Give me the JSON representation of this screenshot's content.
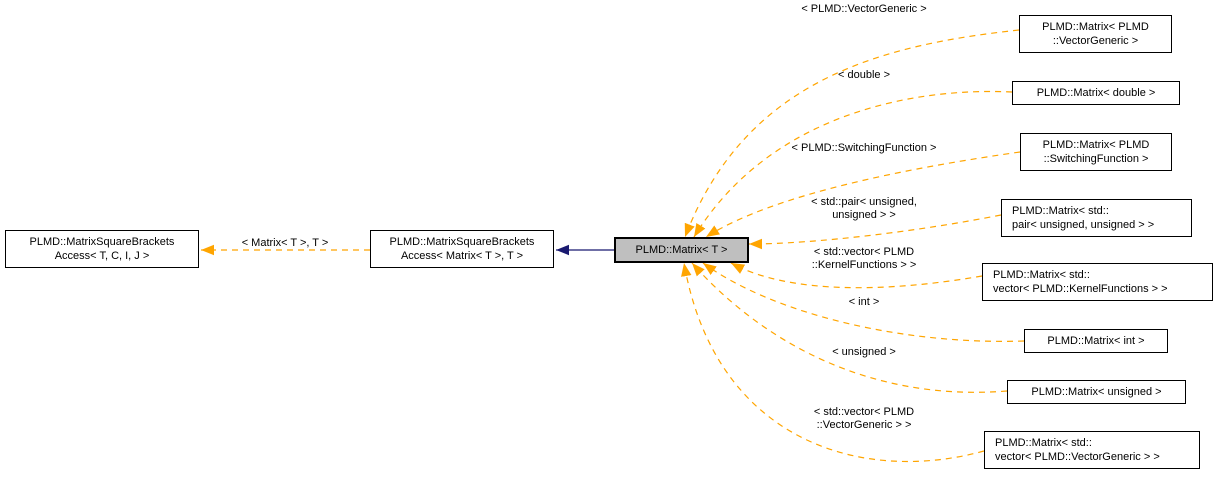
{
  "diagram_type": "class-template-instantiation-graph",
  "colors": {
    "background": "#ffffff",
    "node_fill": "#ffffff",
    "node_border": "#000000",
    "current_node_fill": "#bfbfbf",
    "text": "#000000",
    "template_relation_edge": "#ffa500",
    "inheritance_edge": "#191970"
  },
  "nodes": {
    "base": {
      "line1": "PLMD::MatrixSquareBrackets",
      "line2": "Access< T, C, I, J >"
    },
    "base_of_current": {
      "line1": "PLMD::MatrixSquareBrackets",
      "line2": "Access< Matrix< T >, T >"
    },
    "current": {
      "label": "PLMD::Matrix< T >"
    }
  },
  "edges": {
    "base_template_args": "< Matrix< T >, T >"
  },
  "instantiations": [
    {
      "edge_label1": "< PLMD::VectorGeneric >",
      "node1": "PLMD::Matrix< PLMD",
      "node2": "::VectorGeneric >"
    },
    {
      "edge_label1": "< double >",
      "node1": "PLMD::Matrix< double >"
    },
    {
      "edge_label1": "< PLMD::SwitchingFunction >",
      "node1": "PLMD::Matrix< PLMD",
      "node2": "::SwitchingFunction >"
    },
    {
      "edge_label1": "< std::pair< unsigned,",
      "edge_label2": "unsigned > >",
      "node1": "PLMD::Matrix< std::",
      "node2": "pair< unsigned, unsigned > >"
    },
    {
      "edge_label1": "< std::vector< PLMD",
      "edge_label2": "::KernelFunctions > >",
      "node1": "PLMD::Matrix< std::",
      "node2": "vector< PLMD::KernelFunctions > >"
    },
    {
      "edge_label1": "< int >",
      "node1": "PLMD::Matrix< int >"
    },
    {
      "edge_label1": "< unsigned >",
      "node1": "PLMD::Matrix< unsigned >"
    },
    {
      "edge_label1": "< std::vector< PLMD",
      "edge_label2": "::VectorGeneric > >",
      "node1": "PLMD::Matrix< std::",
      "node2": "vector< PLMD::VectorGeneric > >"
    }
  ]
}
